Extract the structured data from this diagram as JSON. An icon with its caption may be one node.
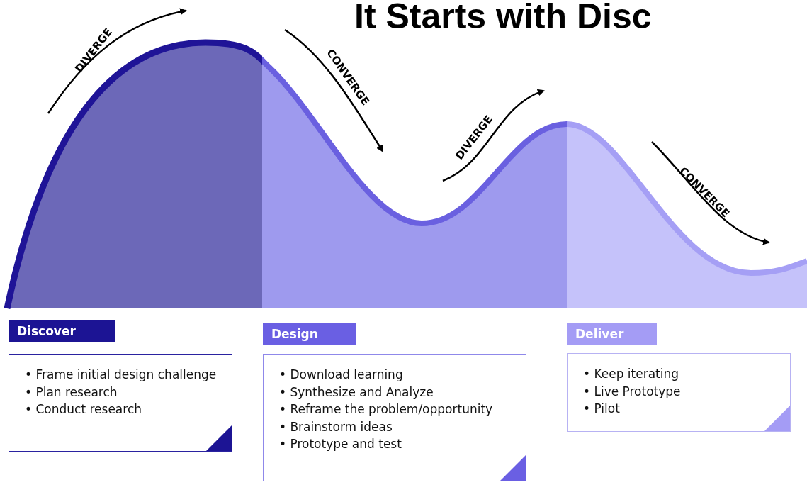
{
  "diagram": {
    "title": "It Starts with Disc",
    "nodes": [
      {
        "text": [
          "Discover",
          "• Frame initial design challenge",
          "• Plan research",
          "• Conduct research"
        ]
      },
      {
        "text": [
          "Design",
          "• Download learning",
          "• Synthesize and Analyze",
          "• Reframe the problem/opportunity",
          "• Brainstorm ideas",
          "• Prototype and test"
        ]
      },
      {
        "text": [
          "Deliver",
          "• Keep iterating",
          "• Live Prototype",
          "• Pilot"
        ]
      }
    ],
    "edges": [],
    "labels": [
      "DIVERGE",
      "CONVERGE",
      "DIVERGE",
      "CONVERGE"
    ]
  }
}
